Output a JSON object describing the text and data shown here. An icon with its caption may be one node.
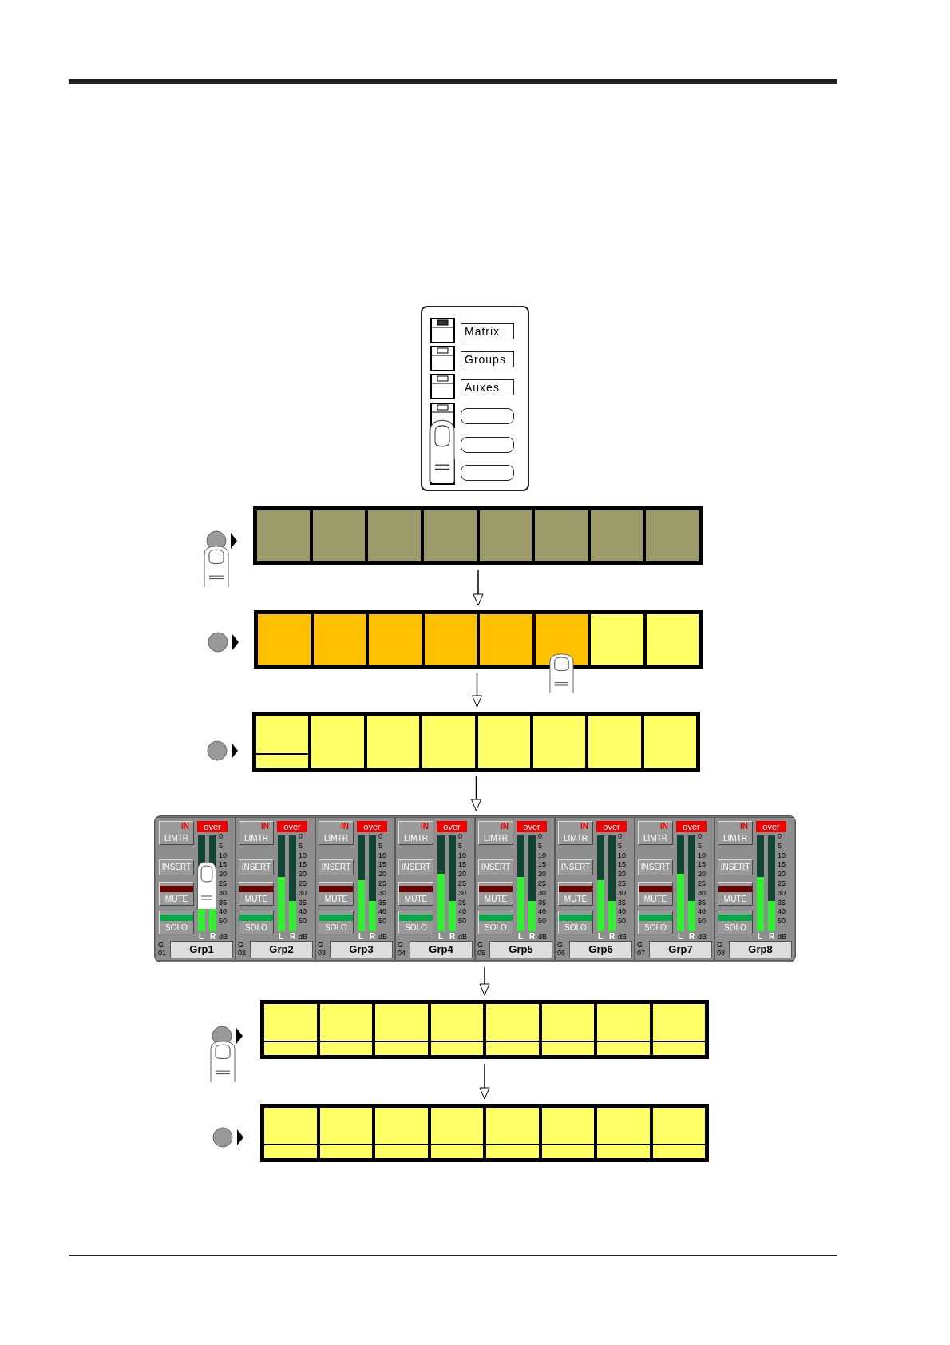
{
  "diagram": {
    "nodes": [
      {
        "text": [],
        "shape": "box"
      },
      {
        "text": [
          "Matrix"
        ],
        "in": 0
      },
      {
        "text": [
          "Groups"
        ],
        "in": 0
      },
      {
        "text": [
          "Auxes"
        ],
        "in": 0
      },
      {
        "text": [],
        "shape": "box",
        "in": 0
      },
      {
        "text": [],
        "shape": "box",
        "in": 0
      },
      {
        "text": [],
        "shape": "box",
        "in": 0
      },
      {
        "text": [],
        "shape": "bar"
      },
      {
        "text": [],
        "shape": "bar"
      },
      {
        "text": [],
        "shape": "bar"
      },
      {
        "text": [],
        "shape": "box"
      },
      {
        "text": [
          "IN",
          "over",
          "LIMTR",
          "INSERT",
          "MUTE",
          "SOLO",
          "0",
          "5",
          "10",
          "15",
          "20",
          "25",
          "30",
          "35",
          "40",
          "50",
          "L",
          "R",
          "dB",
          "G 01",
          "Grp1"
        ],
        "in": 10
      },
      {
        "text": [
          "IN",
          "over",
          "LIMTR",
          "INSERT",
          "MUTE",
          "SOLO",
          "0",
          "5",
          "10",
          "15",
          "20",
          "25",
          "30",
          "35",
          "40",
          "50",
          "L",
          "R",
          "dB",
          "G 02",
          "Grp2"
        ],
        "in": 10
      },
      {
        "text": [
          "IN",
          "over",
          "LIMTR",
          "INSERT",
          "MUTE",
          "SOLO",
          "0",
          "5",
          "10",
          "15",
          "20",
          "25",
          "30",
          "35",
          "40",
          "50",
          "L",
          "R",
          "dB",
          "G 03",
          "Grp3"
        ],
        "in": 10
      },
      {
        "text": [
          "IN",
          "over",
          "LIMTR",
          "INSERT",
          "MUTE",
          "SOLO",
          "0",
          "5",
          "10",
          "15",
          "20",
          "25",
          "30",
          "35",
          "40",
          "50",
          "L",
          "R",
          "dB",
          "G 04",
          "Grp4"
        ],
        "in": 10
      },
      {
        "text": [
          "IN",
          "over",
          "LIMTR",
          "INSERT",
          "MUTE",
          "SOLO",
          "0",
          "5",
          "10",
          "15",
          "20",
          "25",
          "30",
          "35",
          "40",
          "50",
          "L",
          "R",
          "dB",
          "G 05",
          "Grp5"
        ],
        "in": 10
      },
      {
        "text": [
          "IN",
          "over",
          "LIMTR",
          "INSERT",
          "MUTE",
          "SOLO",
          "0",
          "5",
          "10",
          "15",
          "20",
          "25",
          "30",
          "35",
          "40",
          "50",
          "L",
          "R",
          "dB",
          "G 06",
          "Grp6"
        ],
        "in": 10
      },
      {
        "text": [
          "IN",
          "over",
          "LIMTR",
          "INSERT",
          "MUTE",
          "SOLO",
          "0",
          "5",
          "10",
          "15",
          "20",
          "25",
          "30",
          "35",
          "40",
          "50",
          "L",
          "R",
          "dB",
          "G 07",
          "Grp7"
        ],
        "in": 10
      },
      {
        "text": [
          "IN",
          "over",
          "LIMTR",
          "INSERT",
          "MUTE",
          "SOLO",
          "0",
          "5",
          "10",
          "15",
          "20",
          "25",
          "30",
          "35",
          "40",
          "50",
          "L",
          "R",
          "dB",
          "G 08",
          "Grp8"
        ],
        "in": 10
      },
      {
        "text": [],
        "shape": "bar"
      },
      {
        "text": [],
        "shape": "bar"
      }
    ],
    "edges": [
      {
        "from": 7,
        "to": 8,
        "arrow": "to"
      },
      {
        "from": 8,
        "to": 9,
        "arrow": "to"
      },
      {
        "from": 9,
        "to": 10,
        "arrow": "to"
      },
      {
        "from": 10,
        "to": 19,
        "arrow": "to"
      },
      {
        "from": 19,
        "to": 20,
        "arrow": "to"
      }
    ]
  }
}
